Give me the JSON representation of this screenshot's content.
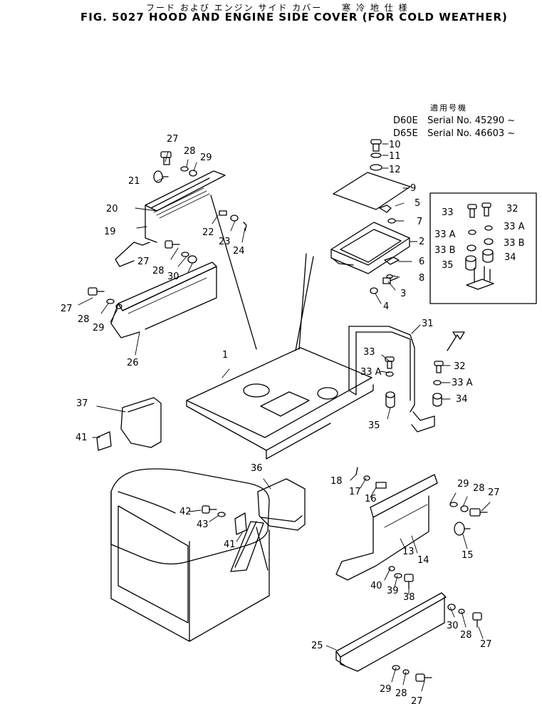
{
  "header": {
    "jp_title": "フード および エンジン サイド カバー　　寒 冷 地 仕 様",
    "fig_title": "FIG. 5027  HOOD AND ENGINE SIDE COVER (FOR COLD WEATHER)"
  },
  "serial_table": {
    "jp_header": "適用号機",
    "rows": [
      {
        "model": "D60E",
        "serial": "Serial No. 45290 ~"
      },
      {
        "model": "D65E",
        "serial": "Serial No. 46603 ~"
      }
    ]
  },
  "callouts": [
    "1",
    "2",
    "3",
    "4",
    "5",
    "6",
    "7",
    "8",
    "9",
    "10",
    "11",
    "12",
    "13",
    "14",
    "15",
    "16",
    "17",
    "18",
    "19",
    "20",
    "21",
    "22",
    "23",
    "24",
    "25",
    "26",
    "27",
    "28",
    "29",
    "30",
    "31",
    "32",
    "33",
    "33 A",
    "33 B",
    "34",
    "35",
    "36",
    "37",
    "38",
    "39",
    "40",
    "41",
    "42",
    "43"
  ],
  "labels": {
    "l10": "10",
    "l11": "11",
    "l12": "12",
    "l9": "9",
    "l5": "5",
    "l7": "7",
    "l2": "2",
    "l6": "6",
    "l8": "8",
    "l3": "3",
    "l4": "4",
    "l27a": "27",
    "l28a": "28",
    "l29a": "29",
    "l21": "21",
    "l20": "20",
    "l19": "19",
    "l22": "22",
    "l23": "23",
    "l24": "24",
    "l27b": "27",
    "l28b": "28",
    "l30a": "30",
    "l27c": "27",
    "l28c": "28",
    "l29c": "29",
    "l26": "26",
    "l33i": "33",
    "l32i": "32",
    "l33ai1": "33 A",
    "l33ai2": "33 A",
    "l33bi1": "33 B",
    "l33bi2": "33 B",
    "l35i": "35",
    "l34i": "34",
    "l31": "31",
    "l33": "33",
    "l33a1": "33 A",
    "l35": "35",
    "l32": "32",
    "l33a2": "33 A",
    "l34": "34",
    "l1": "1",
    "l37": "37",
    "l41a": "41",
    "l36": "36",
    "l42": "42",
    "l43": "43",
    "l41b": "41",
    "l18": "18",
    "l17": "17",
    "l16": "16",
    "l29d": "29",
    "l28d": "28",
    "l27d": "27",
    "l15": "15",
    "l14": "14",
    "l13": "13",
    "l40": "40",
    "l39": "39",
    "l38": "38",
    "l30b": "30",
    "l28e": "28",
    "l27e": "27",
    "l25": "25",
    "l29e": "29",
    "l28f": "28",
    "l27f": "27"
  }
}
